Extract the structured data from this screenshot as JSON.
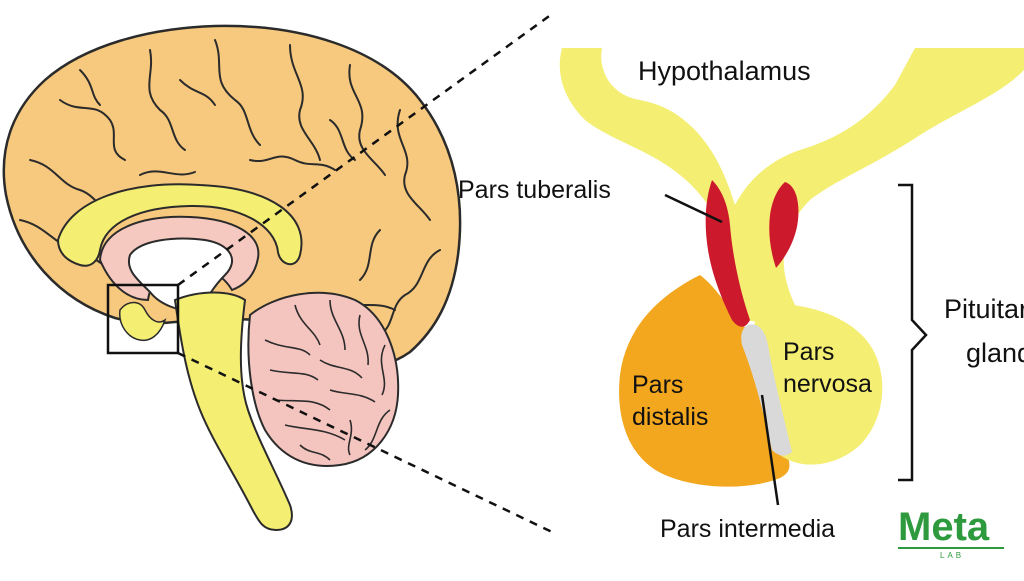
{
  "labels": {
    "hypothalamus": "Hypothalamus",
    "pars_tuberalis": "Pars tuberalis",
    "pars_nervosa_1": "Pars",
    "pars_nervosa_2": "nervosa",
    "pars_distalis_1": "Pars",
    "pars_distalis_2": "distalis",
    "pars_intermedia": "Pars intermedia",
    "pituitary_1": "Pituitary",
    "pituitary_2": "gland"
  },
  "logo": {
    "text": "Meta",
    "subtext": "LAB",
    "color": "#2e9a3e"
  },
  "colors": {
    "cortex": "#f7c97e",
    "cortex_stroke": "#2b2b2b",
    "corpus_callosum": "#f4ee72",
    "thalamus_pink": "#f5c8c0",
    "cerebellum": "#f4c4bf",
    "brainstem": "#f4ee72",
    "hypothalamus_yellow": "#f4ee72",
    "pars_tuberalis_red": "#cc1a2c",
    "pars_distalis_orange": "#f2a71e",
    "pars_nervosa_yellow": "#f4ee72",
    "pars_intermedia_gray": "#d9d9d9"
  }
}
